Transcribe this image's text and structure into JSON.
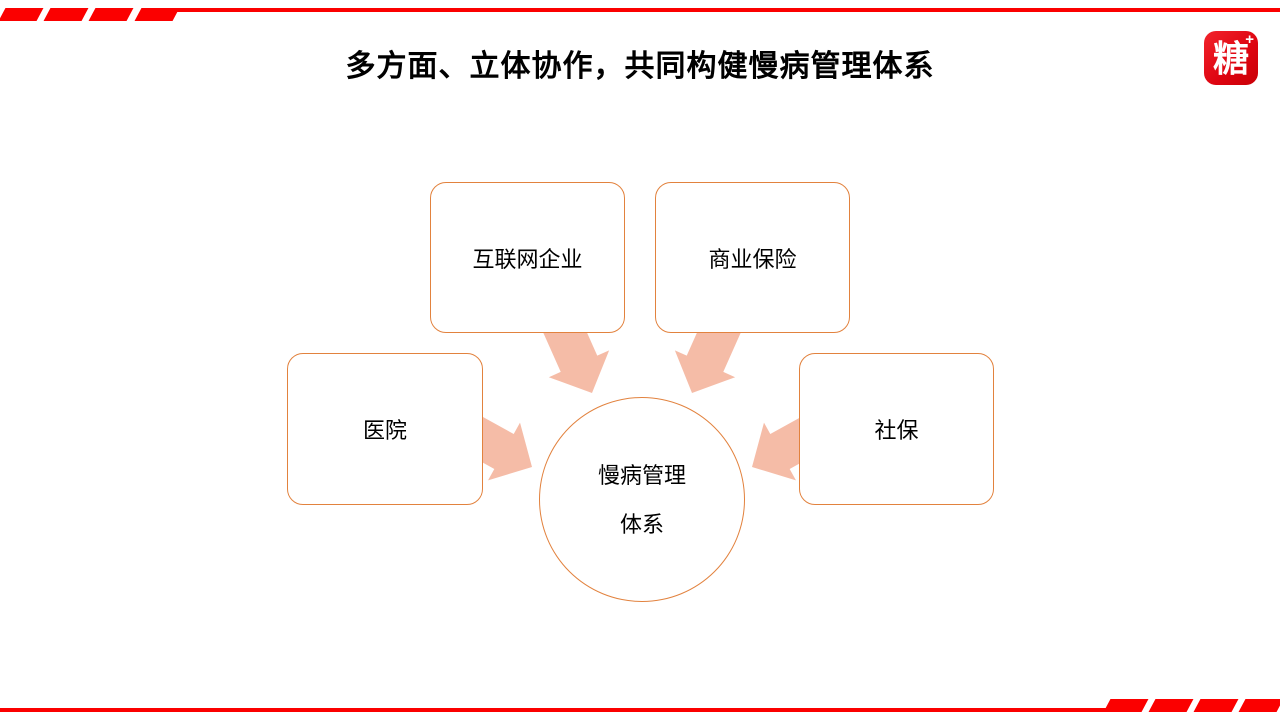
{
  "header": {
    "title": "多方面、立体协作，共同构健慢病管理体系",
    "logo": {
      "char": "糖",
      "plus": "+"
    }
  },
  "diagram": {
    "boxes": [
      {
        "id": "internet",
        "label": "互联网企业"
      },
      {
        "id": "insurance",
        "label": "商业保险"
      },
      {
        "id": "hospital",
        "label": "医院"
      },
      {
        "id": "social",
        "label": "社保"
      }
    ],
    "center": {
      "line1": "慢病管理",
      "line2": "体系"
    }
  },
  "colors": {
    "band_red": "#FB0000",
    "logo_red": "#DD0410",
    "node_border_orange": "#E2823E",
    "arrow_fill_salmon": "#F5BCA7",
    "title_black": "#000000",
    "background": "#FFFFFF"
  }
}
